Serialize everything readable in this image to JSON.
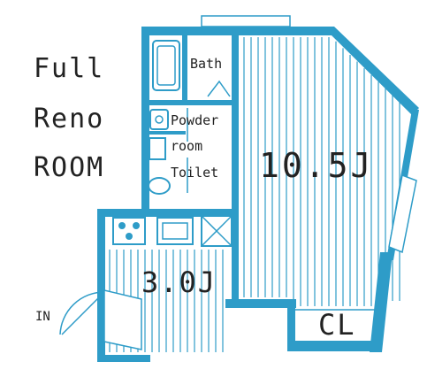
{
  "caption": {
    "line1": "Full",
    "line2": "Reno",
    "line3": "ROOM"
  },
  "rooms": {
    "bath": "Bath",
    "powder_line1": "Powder",
    "powder_line2": "room",
    "toilet": "Toilet",
    "main": "10.5J",
    "kitchen": "3.0J",
    "closet": "CL"
  },
  "entry": "IN",
  "colors": {
    "wall": "#2e9cc8",
    "floor": "#ffffff",
    "text": "#222222"
  },
  "icons": [
    "bathtub-icon",
    "sink-icon",
    "toilet-icon",
    "stove-icon",
    "kitchen-sink-icon",
    "washer-pan-icon",
    "door-swing-icon"
  ]
}
